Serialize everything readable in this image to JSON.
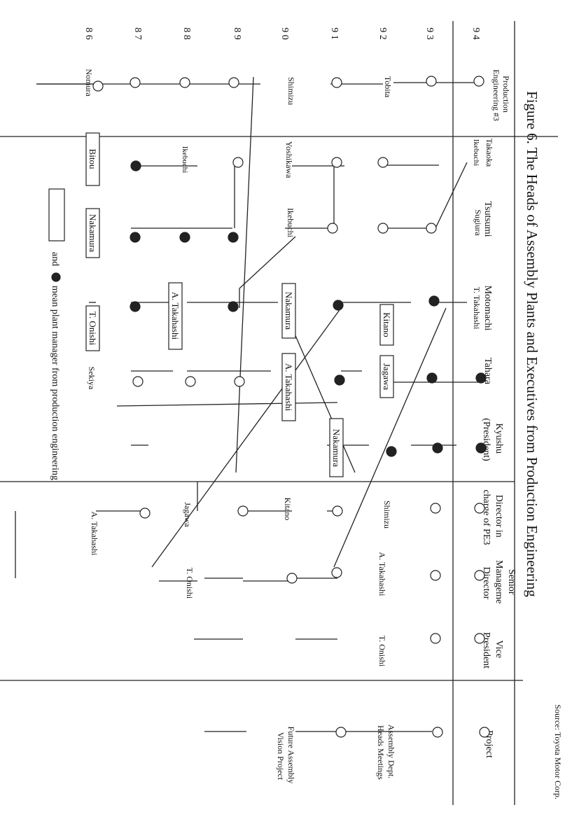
{
  "title": "Figure 6. The Heads of Assembly Plants and Executives from Production Engineering",
  "source": "Source: Toyota Motor Corp.",
  "legend": {
    "and": "and",
    "text": "mean plant manager from production engineering"
  },
  "years": [
    "9 4",
    "9 3",
    "9 2",
    "9 1",
    "9 0",
    "8 9",
    "8 8",
    "8 7",
    "8 6"
  ],
  "columns": [
    [
      "Production",
      "Engineering #3"
    ],
    [
      "Takaoka"
    ],
    [
      "Tsutsumi"
    ],
    [
      "Motomachi"
    ],
    [
      "Tahara"
    ],
    [
      "Kyushu",
      "(President)"
    ],
    [
      "Director in",
      "charge of PE3"
    ],
    [
      "Senior",
      "Manageme",
      "Director"
    ],
    [
      "Vice",
      "President"
    ],
    [
      "Project"
    ]
  ],
  "names": {
    "tobita": "Tobita",
    "shimizu": "Shimizu",
    "nomura": "Nomura",
    "ikebuchi": "Ikebuchi",
    "yoshikawa": "Yoshikawa",
    "bitou": "Bitou",
    "sugiura": "Sugiura",
    "nakamura": "Nakamura",
    "t_takahashi": "T. Takahashi",
    "kitano": "Kitano",
    "a_takahashi": "A. Takahashi",
    "t_onishi": "T. Onishi",
    "jagawa": "Jagawa",
    "sekiya": "Sekiya",
    "assembly_dept": "Assembly Dept.",
    "heads_meetings": "Heads Meetings",
    "future_assembly": "Future Assembly",
    "vision_project": "Vision Project"
  }
}
